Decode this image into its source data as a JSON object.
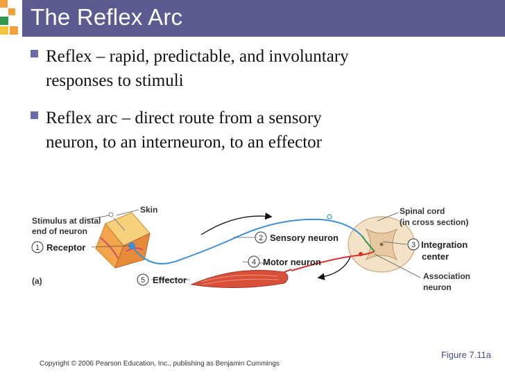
{
  "slide": {
    "title": "The Reflex Arc",
    "bullets": [
      {
        "line1": "Reflex – rapid, predictable, and involuntary",
        "line2": "responses to stimuli"
      },
      {
        "line1": "Reflex arc – direct route from a sensory",
        "line2": "neuron, to an interneuron, to an effector"
      }
    ],
    "figure_label": "Figure 7.11a",
    "copyright": "Copyright © 2006 Pearson Education, Inc., publishing as Benjamin Cummings"
  },
  "diagram": {
    "panel_label": "(a)",
    "labels": {
      "skin": "Skin",
      "stimulus_line1": "Stimulus at distal",
      "stimulus_line2": "end of neuron",
      "receptor": "Receptor",
      "effector": "Effector",
      "sensory_neuron": "Sensory neuron",
      "motor_neuron": "Motor neuron",
      "spinal_cord_line1": "Spinal cord",
      "spinal_cord_line2": "(in cross section)",
      "integration_line1": "Integration",
      "integration_line2": "center",
      "association_line1": "Association",
      "association_line2": "neuron"
    },
    "numbers": {
      "receptor": "1",
      "sensory": "2",
      "integration": "3",
      "motor": "4",
      "effector": "5"
    },
    "colors": {
      "sensory": "#3d8fd6",
      "motor": "#d8302a",
      "muscle": "#d9503a",
      "cord": "#f3e2c6",
      "skin": "#f2b64b"
    }
  }
}
